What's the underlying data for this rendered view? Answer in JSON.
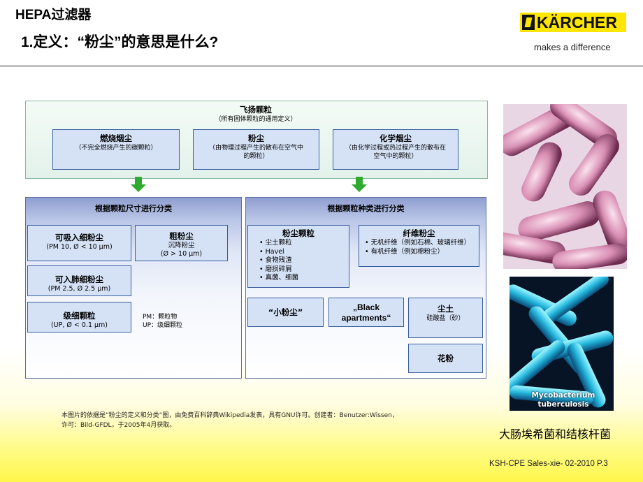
{
  "header": {
    "title_line1": "HEPA过滤器",
    "title_line2": "1.定义：“粉尘”的意思是什么?",
    "logo_text": "KÄRCHER",
    "slogan": "makes a difference"
  },
  "diagram": {
    "root": {
      "title": "飞扬颗粒",
      "subtitle": "（所有固体颗粒的通用定义）"
    },
    "categories": [
      {
        "title": "燃烧烟尘",
        "subtitle": "（不完全燃烧产生的碳颗粒）"
      },
      {
        "title": "粉尘",
        "subtitle": "（由物理过程产生的散布在空气中的颗粒）"
      },
      {
        "title": "化学烟尘",
        "subtitle": "（由化学过程或热过程产生的散布在空气中的颗粒）"
      }
    ],
    "left_panel": {
      "title": "根据颗粒尺寸进行分类",
      "boxes": [
        {
          "title": "可吸入细粉尘",
          "subtitle": "(PM 10, Ø < 10 µm)"
        },
        {
          "title": "粗粉尘",
          "subtitle": "沉降粉尘",
          "subtitle2": "(Ø > 10 µm)"
        },
        {
          "title": "可入肺细粉尘",
          "subtitle": "(PM 2.5, Ø 2.5 µm)"
        },
        {
          "title": "级细颗粒",
          "subtitle": "(UP, Ø < 0.1 µm)"
        }
      ],
      "legend": [
        "PM：颗粒物",
        "UP：级细颗粒"
      ]
    },
    "right_panel": {
      "title": "根据颗粒种类进行分类",
      "dust_particles": {
        "title": "粉尘颗粒",
        "items": [
          "尘土颗粒",
          "Havel",
          "食物残渣",
          "磨损碎屑",
          "真菌、细菌"
        ]
      },
      "fiber_dust": {
        "title": "纤维粉尘",
        "items": [
          "无机纤维（例如石棉、玻璃纤维）",
          "有机纤维（例如棉粉尘）"
        ]
      },
      "small_dust": "“小粉尘”",
      "black_apartments": "„Black apartments“",
      "soil": {
        "title": "尘土",
        "subtitle": "硅酸盐（砂）"
      },
      "pollen": "花粉"
    }
  },
  "photos": {
    "tb_label_line1": "Mycobacterium",
    "tb_label_line2": "tuberculosis",
    "caption": "大肠埃希菌和结核杆菌"
  },
  "credit": {
    "line1": "本图片的依据是”粉尘的定义和分类“图，由免费百科辞典Wikipedia发表，具有GNU许可。创建者：Benutzer:Wissen，",
    "line2": "许可：Bild-GFDL，于2005年4月获取。"
  },
  "footer": "KSH-CPE Sales-xie- 02-2010 P.3",
  "colors": {
    "box_fill": "#d5e2f6",
    "box_border": "#3a5fa0",
    "arrow": "#2eaa2e",
    "brand_yellow": "#ffe600"
  }
}
